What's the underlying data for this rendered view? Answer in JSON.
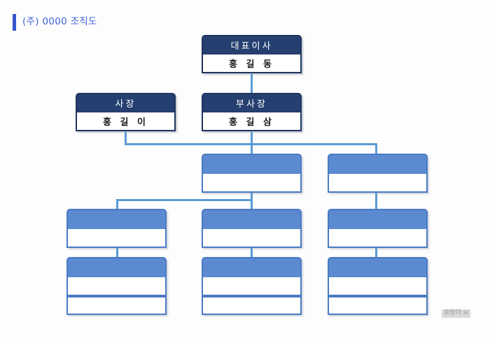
{
  "page": {
    "title": "(주) 0000 조직도",
    "background_color": "#fdfdfd",
    "accent_color": "#3b5fd6",
    "watermark": "호랑이 si"
  },
  "palette": {
    "dark_header": "#254070",
    "dark_border": "#1f3560",
    "light_header": "#5b8ad0",
    "light_border": "#4a7ac4",
    "connector": "#5b9bd5",
    "body_fill": "#ffffff"
  },
  "chart_data": {
    "type": "org-chart",
    "title": "(주) 0000 조직도",
    "levels": 5,
    "nodes": [
      {
        "id": "n1",
        "level": 1,
        "style": "dark",
        "title": "대표이사",
        "name": "홍 길 동",
        "rows": 1,
        "parent": null
      },
      {
        "id": "n2",
        "level": 2,
        "style": "dark",
        "title": "사장",
        "name": "홍 길 이",
        "rows": 1,
        "parent": null
      },
      {
        "id": "n3",
        "level": 2,
        "style": "dark",
        "title": "부사장",
        "name": "홍 길 삼",
        "rows": 1,
        "parent": "n1"
      },
      {
        "id": "n4",
        "level": 3,
        "style": "light",
        "title": "",
        "name": "",
        "rows": 1,
        "parent": "n3"
      },
      {
        "id": "n5",
        "level": 3,
        "style": "light",
        "title": "",
        "name": "",
        "rows": 1,
        "parent": "n3"
      },
      {
        "id": "n6",
        "level": 4,
        "style": "light",
        "title": "",
        "name": "",
        "rows": 1,
        "parent": "n4"
      },
      {
        "id": "n7",
        "level": 4,
        "style": "light",
        "title": "",
        "name": "",
        "rows": 1,
        "parent": "n4"
      },
      {
        "id": "n8",
        "level": 4,
        "style": "light",
        "title": "",
        "name": "",
        "rows": 1,
        "parent": "n5"
      },
      {
        "id": "n9",
        "level": 5,
        "style": "light",
        "title": "",
        "name": "",
        "rows": 2,
        "parent": "n6"
      },
      {
        "id": "n10",
        "level": 5,
        "style": "light",
        "title": "",
        "name": "",
        "rows": 2,
        "parent": "n7"
      },
      {
        "id": "n11",
        "level": 5,
        "style": "light",
        "title": "",
        "name": "",
        "rows": 2,
        "parent": "n8"
      }
    ]
  }
}
